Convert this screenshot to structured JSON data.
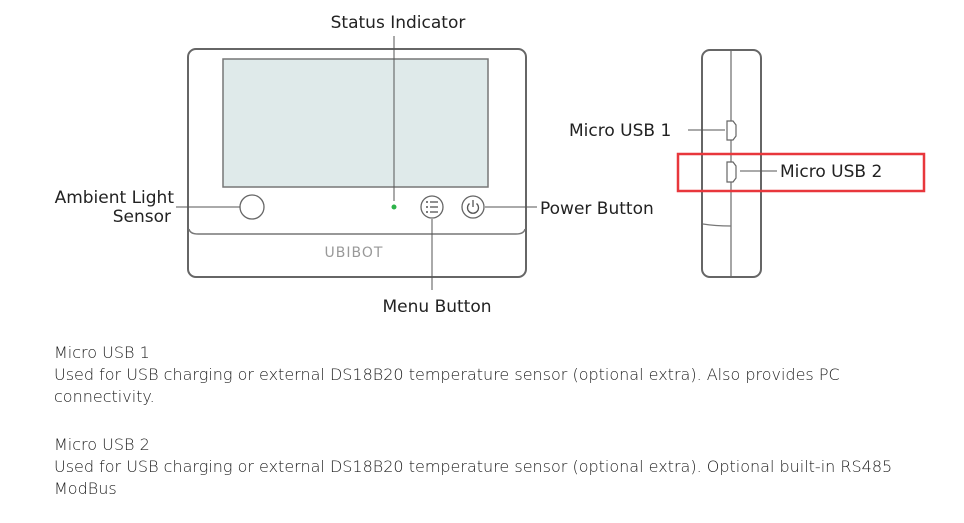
{
  "labels": {
    "status_indicator": "Status Indicator",
    "ambient_light_line1": "Ambient Light",
    "ambient_light_line2": "Sensor",
    "power_button": "Power Button",
    "menu_button": "Menu Button",
    "micro_usb_1": "Micro USB 1",
    "micro_usb_2": "Micro USB 2",
    "brand": "UBIBOT"
  },
  "colors": {
    "highlight": "#e8373c",
    "led": "#2db34a",
    "screen": "#dfeaea"
  },
  "descriptions": [
    {
      "title": "Micro USB 1",
      "body": "Used for USB charging or external DS18B20 temperature sensor (optional extra). Also provides PC connectivity."
    },
    {
      "title": "Micro USB 2",
      "body": "Used for USB charging or external DS18B20 temperature sensor (optional extra). Optional built-in RS485 ModBus"
    }
  ]
}
